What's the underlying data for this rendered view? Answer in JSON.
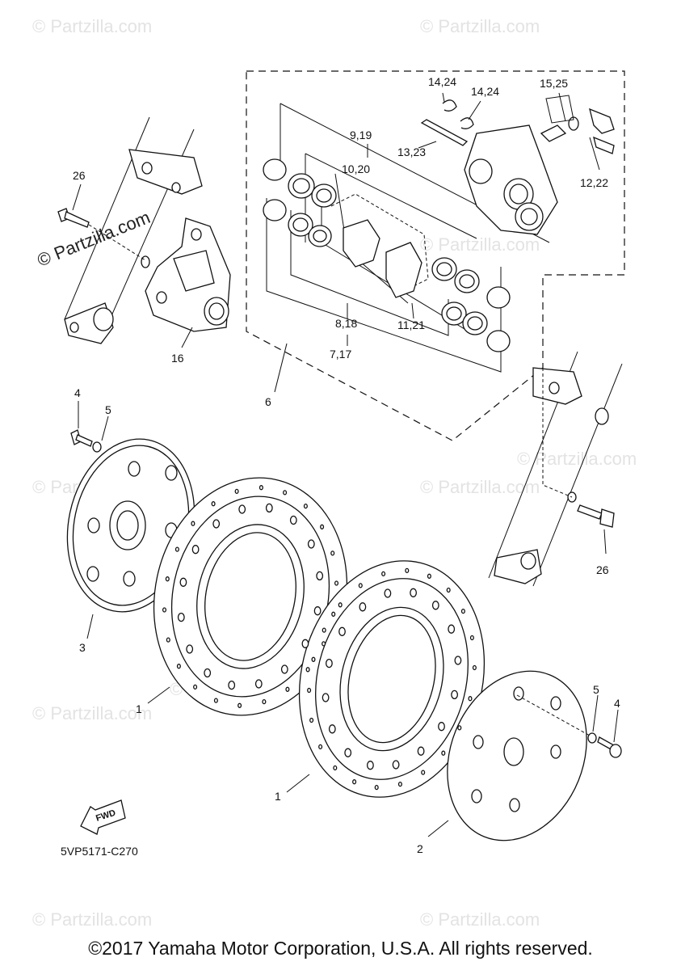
{
  "watermark": {
    "text": "© Partzilla.com",
    "main_text": "© Partzilla.com"
  },
  "diagram_code": "5VP5171-C270",
  "fwd_label": "FWD",
  "copyright": "©2017 Yamaha Motor Corporation, U.S.A. All rights reserved.",
  "callouts": {
    "c1a": "1",
    "c1b": "1",
    "c2": "2",
    "c3": "3",
    "c4a": "4",
    "c4b": "4",
    "c5a": "5",
    "c5b": "5",
    "c6": "6",
    "c7_17": "7,17",
    "c8_18": "8,18",
    "c9_19": "9,19",
    "c10_20": "10,20",
    "c11_21": "11,21",
    "c12_22": "12,22",
    "c13_23": "13,23",
    "c14_24a": "14,24",
    "c14_24b": "14,24",
    "c15_25": "15,25",
    "c16": "16",
    "c26a": "26",
    "c26b": "26"
  }
}
